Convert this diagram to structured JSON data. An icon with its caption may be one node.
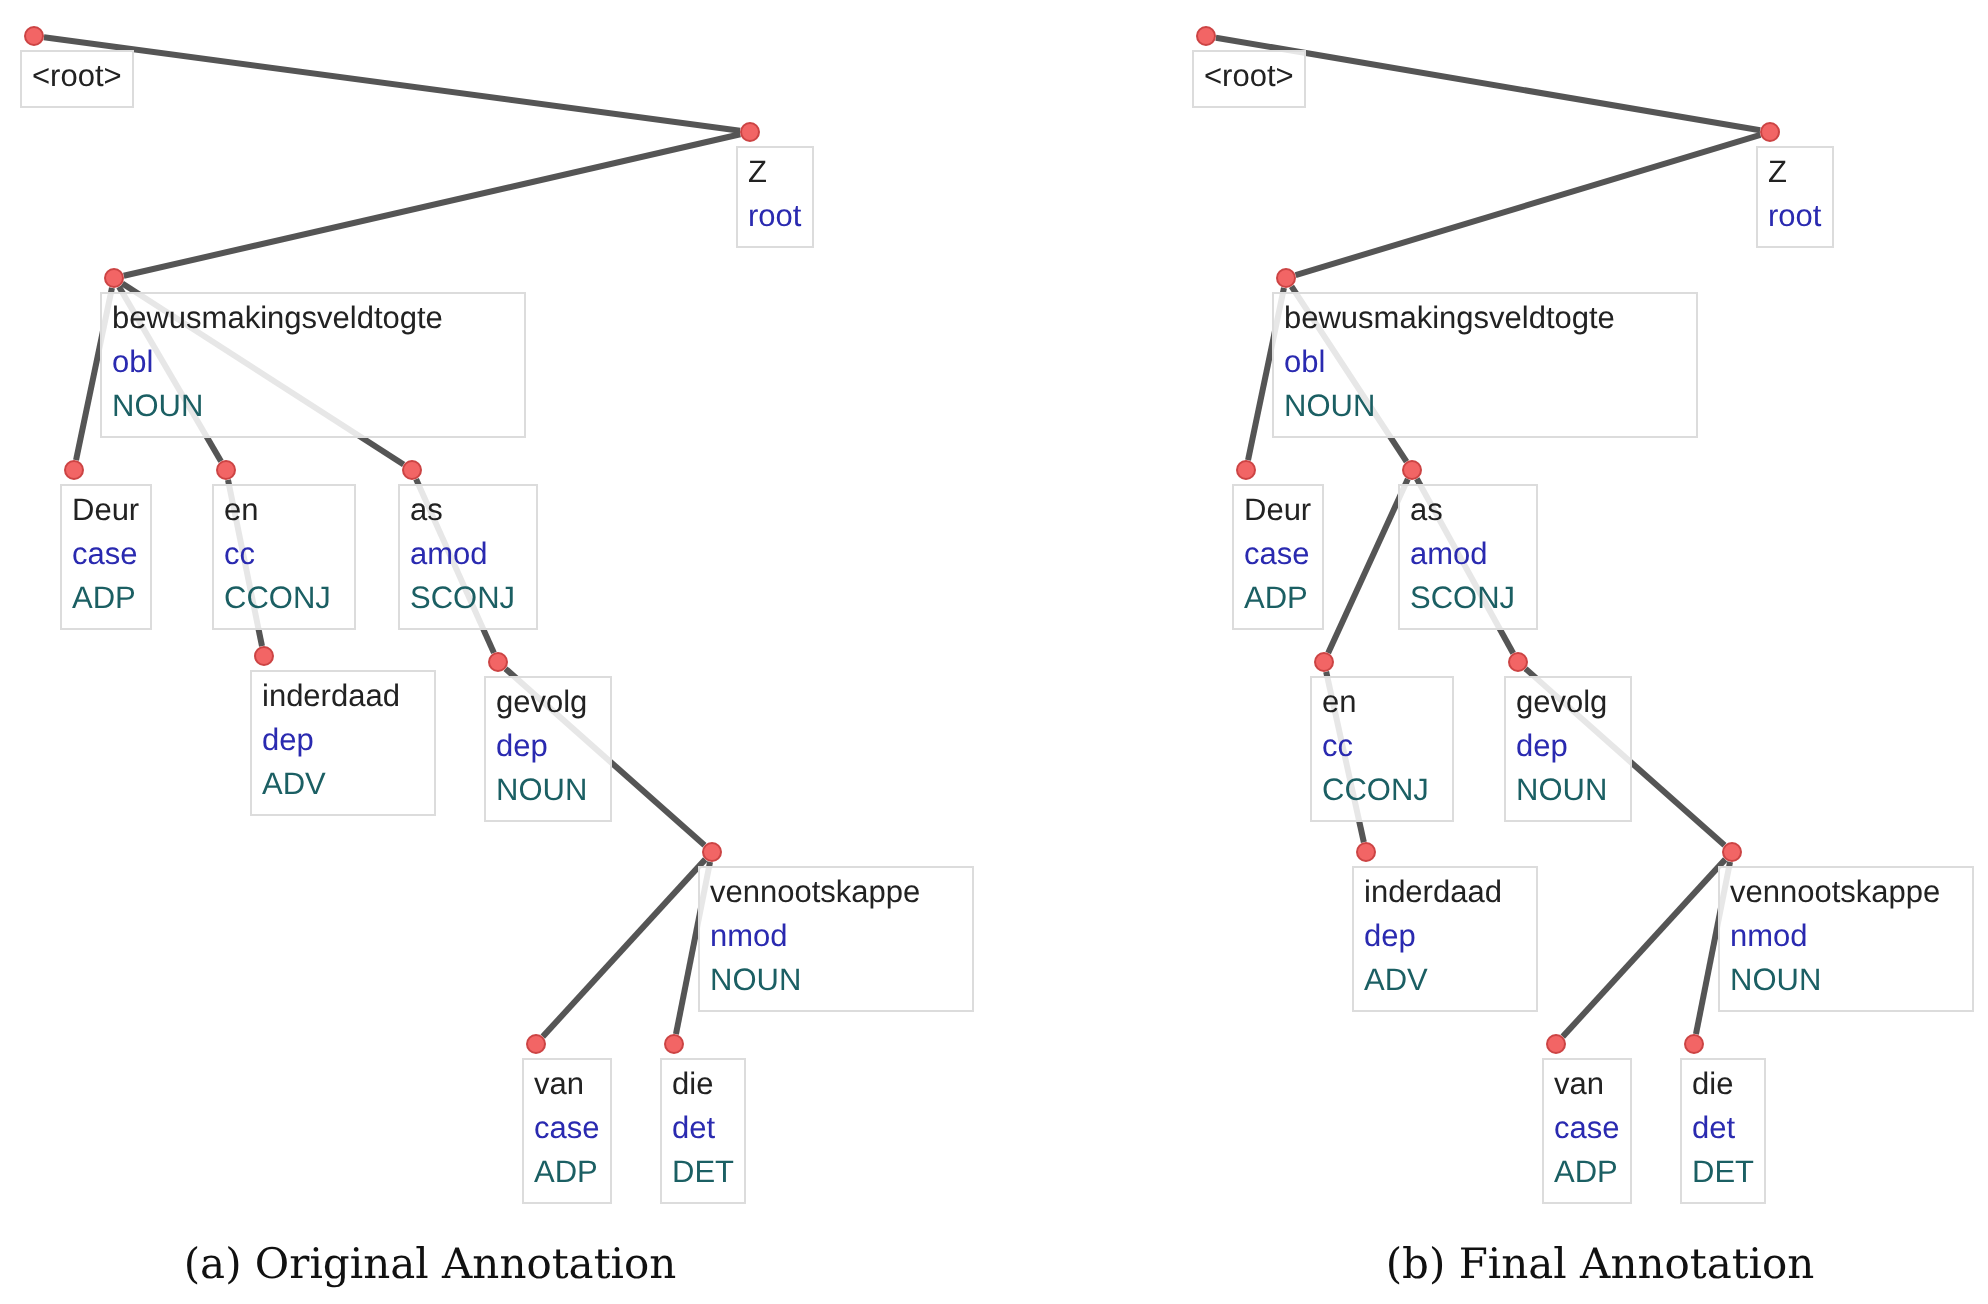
{
  "diagram": {
    "nodes": [
      {
        "text": [
          "<root>"
        ]
      },
      {
        "text": [
          "Z",
          "root"
        ]
      },
      {
        "text": [
          "bewusmakingsveldtogte",
          "obl",
          "NOUN"
        ]
      },
      {
        "text": [
          "Deur",
          "case",
          "ADP"
        ]
      },
      {
        "text": [
          "en",
          "cc",
          "CCONJ"
        ]
      },
      {
        "text": [
          "as",
          "amod",
          "SCONJ"
        ]
      },
      {
        "text": [
          "inderdaad",
          "dep",
          "ADV"
        ]
      },
      {
        "text": [
          "gevolg",
          "dep",
          "NOUN"
        ]
      },
      {
        "text": [
          "vennootskappe",
          "nmod",
          "NOUN"
        ]
      },
      {
        "text": [
          "van",
          "case",
          "ADP"
        ]
      },
      {
        "text": [
          "die",
          "det",
          "DET"
        ]
      },
      {
        "text": [
          "<root>"
        ]
      },
      {
        "text": [
          "Z",
          "root"
        ]
      },
      {
        "text": [
          "bewusmakingsveldtogte",
          "obl",
          "NOUN"
        ]
      },
      {
        "text": [
          "Deur",
          "case",
          "ADP"
        ]
      },
      {
        "text": [
          "as",
          "amod",
          "SCONJ"
        ]
      },
      {
        "text": [
          "en",
          "cc",
          "CCONJ"
        ]
      },
      {
        "text": [
          "gevolg",
          "dep",
          "NOUN"
        ]
      },
      {
        "text": [
          "inderdaad",
          "dep",
          "ADV"
        ]
      },
      {
        "text": [
          "vennootskappe",
          "nmod",
          "NOUN"
        ]
      },
      {
        "text": [
          "van",
          "case",
          "ADP"
        ]
      },
      {
        "text": [
          "die",
          "det",
          "DET"
        ]
      }
    ],
    "edges": [
      {
        "from": 0,
        "to": 1,
        "arrow": "none"
      },
      {
        "from": 1,
        "to": 2,
        "arrow": "none"
      },
      {
        "from": 2,
        "to": 3,
        "arrow": "none"
      },
      {
        "from": 2,
        "to": 4,
        "arrow": "none"
      },
      {
        "from": 2,
        "to": 5,
        "arrow": "none"
      },
      {
        "from": 4,
        "to": 6,
        "arrow": "none"
      },
      {
        "from": 5,
        "to": 7,
        "arrow": "none"
      },
      {
        "from": 7,
        "to": 8,
        "arrow": "none"
      },
      {
        "from": 8,
        "to": 9,
        "arrow": "none"
      },
      {
        "from": 8,
        "to": 10,
        "arrow": "none"
      },
      {
        "from": 11,
        "to": 12,
        "arrow": "none"
      },
      {
        "from": 12,
        "to": 13,
        "arrow": "none"
      },
      {
        "from": 13,
        "to": 14,
        "arrow": "none"
      },
      {
        "from": 13,
        "to": 15,
        "arrow": "none"
      },
      {
        "from": 15,
        "to": 16,
        "arrow": "none"
      },
      {
        "from": 15,
        "to": 17,
        "arrow": "none"
      },
      {
        "from": 16,
        "to": 18,
        "arrow": "none"
      },
      {
        "from": 17,
        "to": 19,
        "arrow": "none"
      },
      {
        "from": 19,
        "to": 20,
        "arrow": "none"
      },
      {
        "from": 19,
        "to": 21,
        "arrow": "none"
      }
    ],
    "labels": [
      "(a) Original Annotation",
      "(b) Final Annotation"
    ]
  }
}
